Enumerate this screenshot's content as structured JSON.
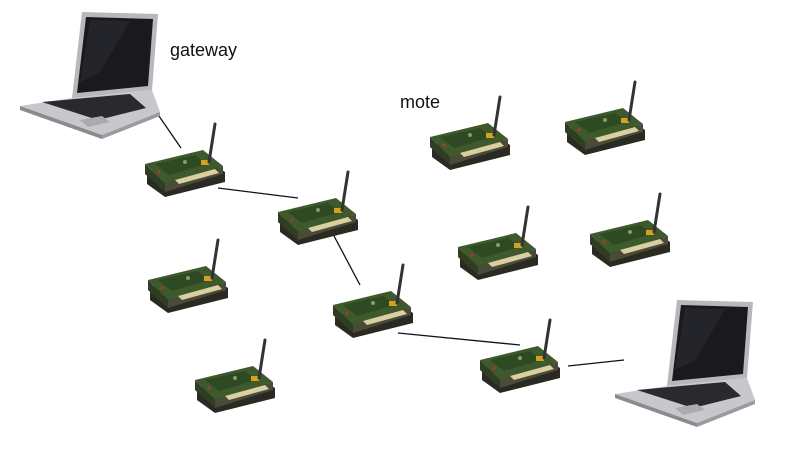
{
  "labels": {
    "gateway": "gateway",
    "mote": "mote"
  },
  "nodes": {
    "laptops": 2,
    "motes": 10
  }
}
